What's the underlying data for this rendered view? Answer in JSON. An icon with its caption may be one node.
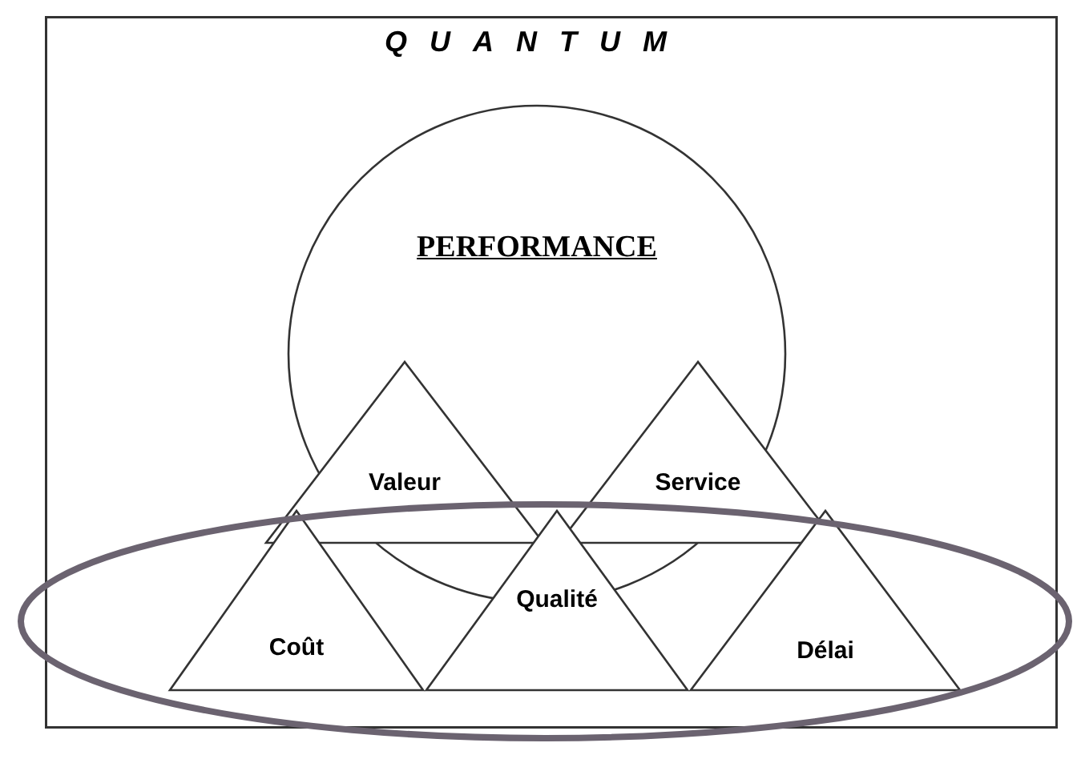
{
  "diagram": {
    "nodes": [
      {
        "text": [],
        "shape": "box"
      },
      {
        "text": [
          "QUANTUM",
          "PERFORMANCE"
        ],
        "in": 0
      },
      {
        "text": [
          "Valeur"
        ],
        "in": 0
      },
      {
        "text": [
          "Service"
        ],
        "in": 0
      },
      {
        "text": [],
        "shape": "ellipse"
      },
      {
        "text": [
          "Coût"
        ],
        "in": 4
      },
      {
        "text": [
          "Qualité"
        ],
        "in": 4
      },
      {
        "text": [
          "Délai"
        ],
        "in": 4
      }
    ]
  }
}
